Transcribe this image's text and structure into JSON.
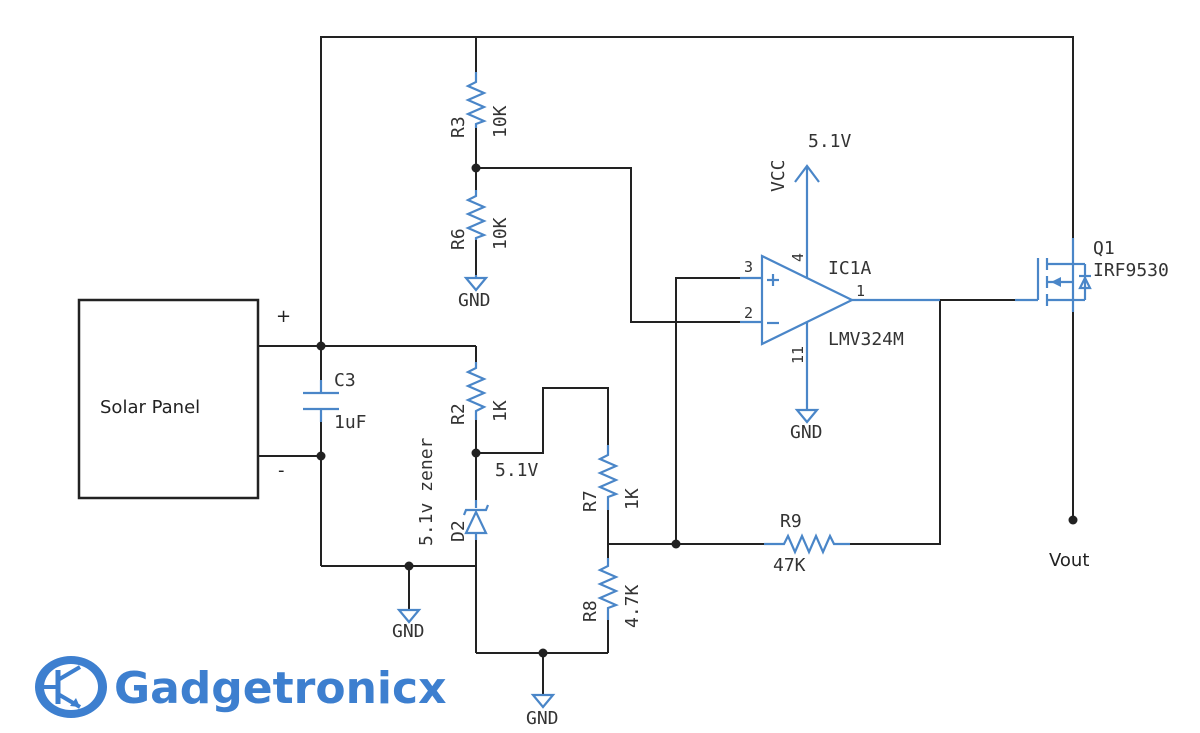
{
  "panel": {
    "label": "Solar Panel",
    "plus": "+",
    "minus": "-"
  },
  "components": {
    "c3": {
      "ref": "C3",
      "value": "1uF"
    },
    "r3": {
      "ref": "R3",
      "value": "10K"
    },
    "r6": {
      "ref": "R6",
      "value": "10K"
    },
    "r2": {
      "ref": "R2",
      "value": "1K"
    },
    "r7": {
      "ref": "R7",
      "value": "1K"
    },
    "r8": {
      "ref": "R8",
      "value": "4.7K"
    },
    "r9": {
      "ref": "R9",
      "value": "47K"
    },
    "d2": {
      "ref": "D2",
      "value": "5.1v zener"
    },
    "ic1a": {
      "ref": "IC1A",
      "value": "LMV324M",
      "pin_plus": "3",
      "pin_minus": "2",
      "pin_out": "1",
      "pin_vcc": "4",
      "pin_gnd": "11"
    },
    "q1": {
      "ref": "Q1",
      "value": "IRF9530"
    }
  },
  "nets": {
    "gnd": "GND",
    "vcc": "VCC",
    "vcc_value": "5.1V",
    "zener_node": "5.1V",
    "vout": "Vout"
  },
  "logo": {
    "text": "Gadgetronicx",
    "icon": "transistor-icon"
  },
  "colors": {
    "component": "#4a86c8",
    "wire": "#222222",
    "logo": "#3d7fcf"
  }
}
